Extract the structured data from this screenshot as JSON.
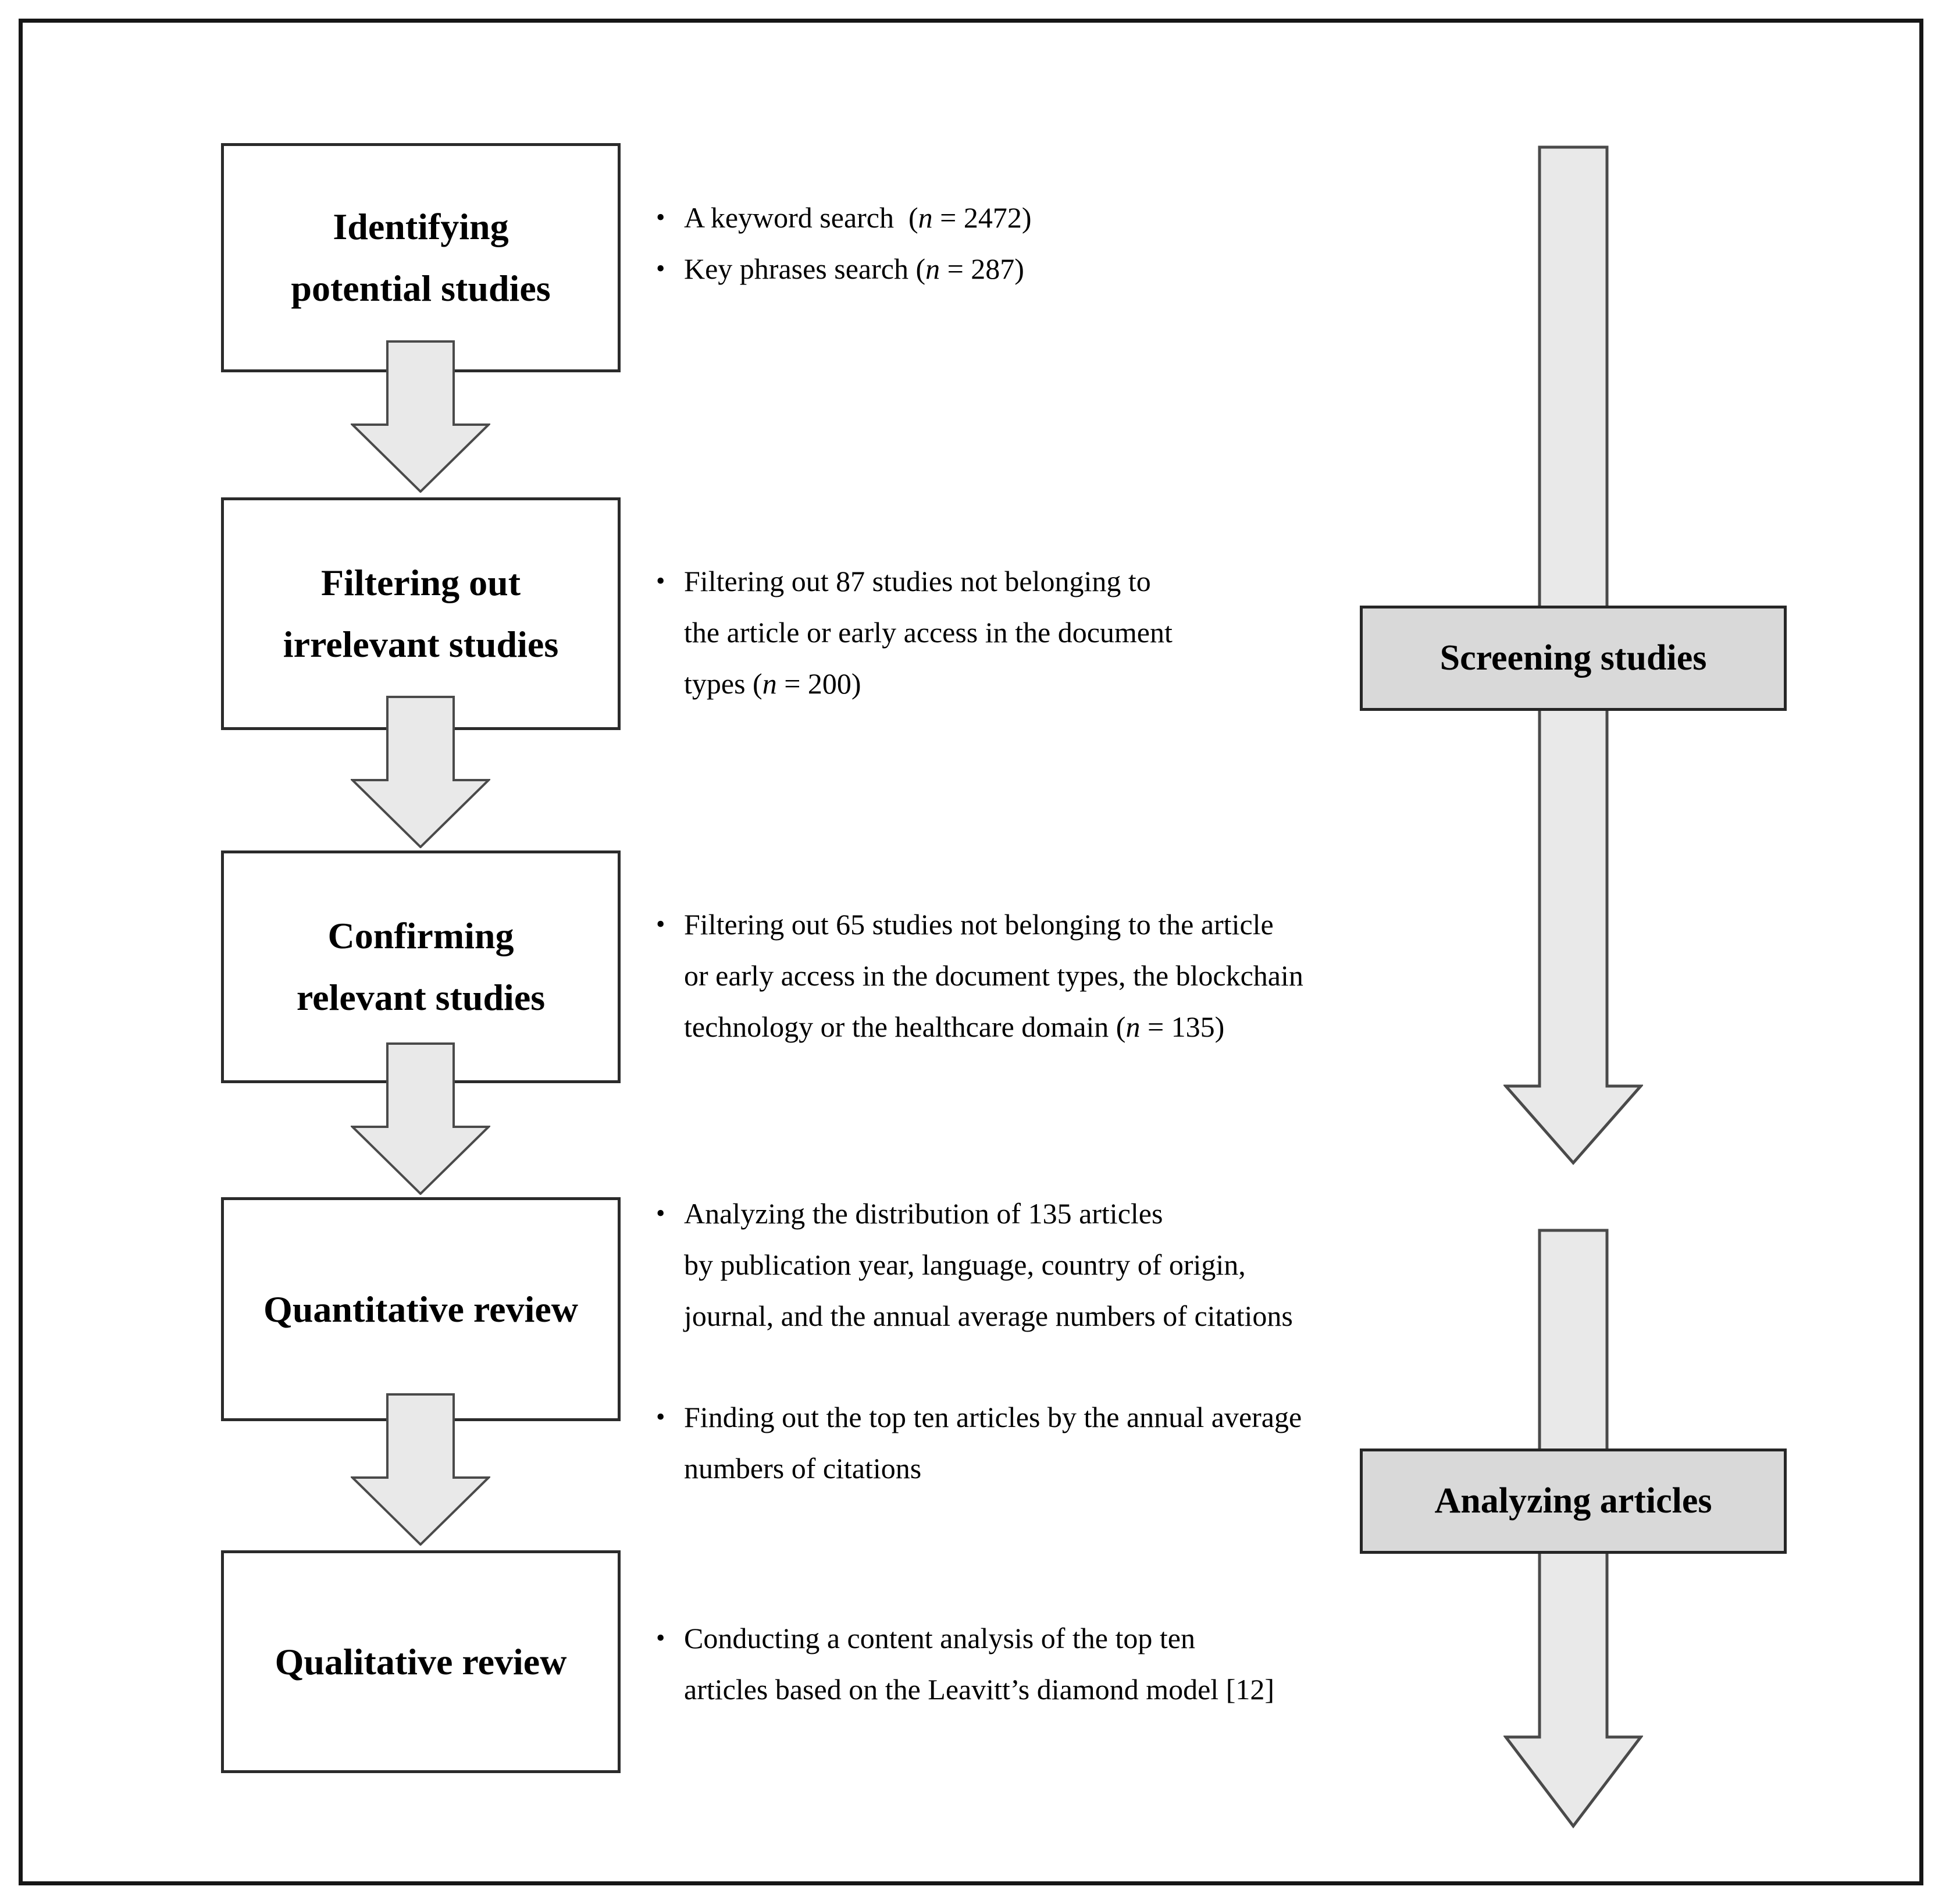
{
  "ui": {
    "bullet_char": "•"
  },
  "colors": {
    "box-stroke": "#2b2b2b",
    "arrow-fill": "#e9e9e9",
    "arrow-stroke": "#4a4a4a",
    "label-fill": "#d9d9d9",
    "label-stroke": "#262626",
    "text": "#000000"
  },
  "steps": [
    {
      "title_lines": [
        "Identifying",
        "potential studies"
      ],
      "bullets": [
        {
          "lines": [
            "A keyword search  (<i>n</i> = 2472)"
          ]
        },
        {
          "lines": [
            "Key phrases search (<i>n</i> = 287)"
          ]
        }
      ]
    },
    {
      "title_lines": [
        "Filtering out",
        "irrelevant studies"
      ],
      "bullets": [
        {
          "lines": [
            "Filtering out 87 studies not belonging to",
            "the article or early access in the document",
            "types (<i>n</i> = 200)"
          ]
        }
      ]
    },
    {
      "title_lines": [
        "Confirming",
        "relevant studies"
      ],
      "bullets": [
        {
          "lines": [
            "Filtering out 65 studies not belonging to the article",
            "or early access in the document types, the blockchain",
            "technology or the healthcare domain (<i>n</i> = 135)"
          ]
        }
      ]
    },
    {
      "title_lines": [
        "Quantitative review"
      ],
      "bullets": [
        {
          "lines": [
            "Analyzing the distribution of 135 articles",
            "by publication year, language, country of origin,",
            "journal, and the annual average numbers of citations"
          ]
        },
        {
          "lines": [
            "Finding out the top ten articles by the annual average",
            "numbers of citations"
          ]
        }
      ]
    },
    {
      "title_lines": [
        "Qualitative review"
      ],
      "bullets": [
        {
          "lines": [
            "Conducting a content analysis of the top ten",
            "articles based on the Leavitt’s diamond model [12]"
          ]
        }
      ]
    }
  ],
  "phases": [
    {
      "label": "Screening studies"
    },
    {
      "label": "Analyzing articles"
    }
  ]
}
